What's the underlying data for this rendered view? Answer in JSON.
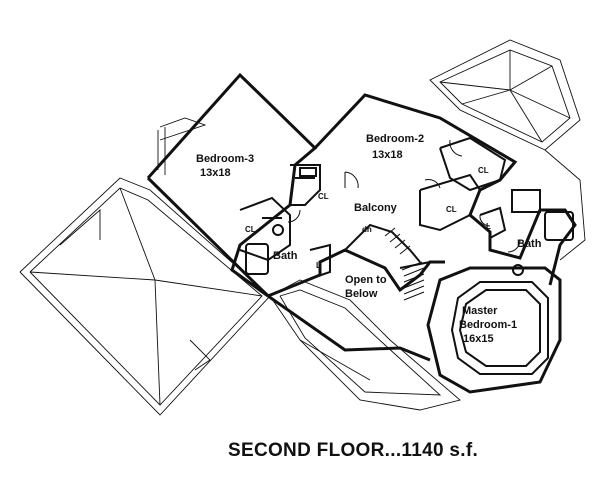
{
  "rooms": {
    "bedroom3": {
      "name": "Bedroom-3",
      "size": "13x18"
    },
    "bedroom2": {
      "name": "Bedroom-2",
      "size": "13x18"
    },
    "master": {
      "name": "Master",
      "sub": "Bedroom-1",
      "size": "16x15"
    },
    "balcony": "Balcony",
    "open_below": [
      "Open to",
      "Below"
    ],
    "bath_left": "Bath",
    "bath_right": "Bath"
  },
  "small_labels": {
    "cl_left_upper": "CL",
    "cl_left_lower": "CL",
    "cl_center": "CL",
    "cl_right": "CL",
    "l_left": "L",
    "l_right": "L",
    "dn": "dn"
  },
  "caption": "SECOND FLOOR...1140 s.f.",
  "colors": {
    "ink": "#111111",
    "paper": "#ffffff"
  }
}
